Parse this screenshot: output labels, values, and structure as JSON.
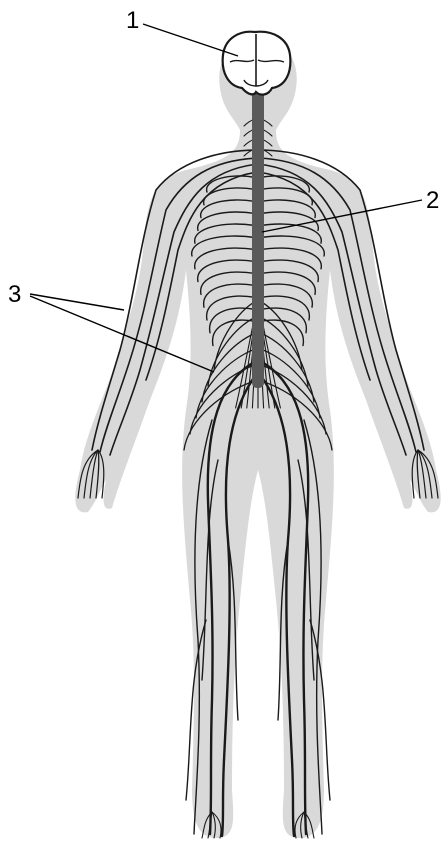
{
  "colors": {
    "background": "#ffffff",
    "body_silhouette": "#d9d9d9",
    "nerve_stroke": "#1a1a1a",
    "spinal_cord": "#5a5a5a",
    "brain_fill": "#ffffff"
  },
  "callouts": [
    {
      "label": "1"
    },
    {
      "label": "2"
    },
    {
      "label": "3"
    }
  ]
}
